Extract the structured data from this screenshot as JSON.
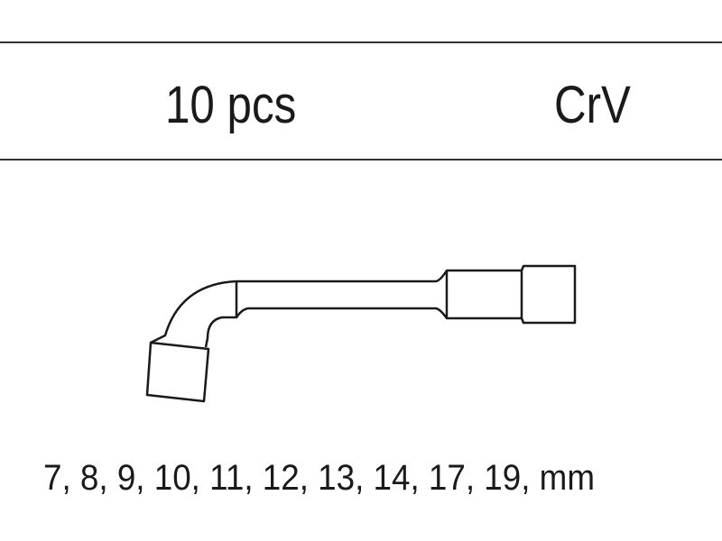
{
  "header": {
    "quantity": "10 pcs",
    "material": "CrV"
  },
  "product": {
    "icon": "l-socket-wrench-icon"
  },
  "sizes_text": "7, 8, 9, 10, 11, 12, 13, 14, 17, 19, mm"
}
